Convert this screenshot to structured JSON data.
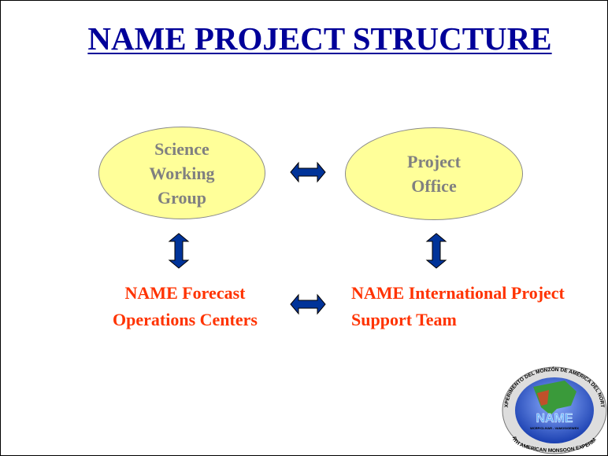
{
  "title": "NAME PROJECT STRUCTURE",
  "nodes": {
    "science_working_group": [
      "Science",
      "Working",
      "Group"
    ],
    "project_office": [
      "Project",
      "Office"
    ],
    "forecast_operations": [
      "NAME Forecast",
      "Operations Centers"
    ],
    "international_support": [
      "NAME International Project",
      "Support Team"
    ]
  },
  "logo": {
    "top_text": "EXPERIMENTO DEL MONZÓN DE AMÉRICA DEL NORTE",
    "center_text": "NAME",
    "sub_text": "WCRP/CLIVAR - VAMOS/GEWEX",
    "bottom_text": "NORTH AMERICAN MONSOON EXPERIMENT"
  },
  "colors": {
    "title": "#000099",
    "ellipse_fill": "#ffff99",
    "ellipse_text": "#808080",
    "red_text": "#ff3300",
    "arrow": "#003399"
  }
}
